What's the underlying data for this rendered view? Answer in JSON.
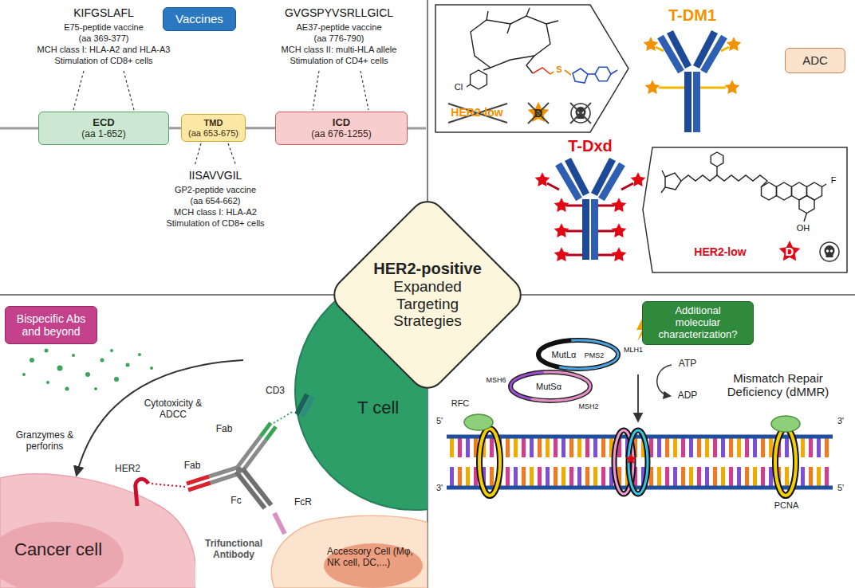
{
  "diagram": {
    "nodes": [
      {
        "text": [
          "HER2-positive",
          "Expanded Targeting Strategies"
        ]
      },
      {
        "text": [
          "Vaccines"
        ]
      },
      {
        "text": [
          "ECD",
          "(aa 1-652)"
        ]
      },
      {
        "text": [
          "TMD",
          "(aa 653-675)"
        ]
      },
      {
        "text": [
          "ICD",
          "(aa 676-1255)"
        ]
      },
      {
        "text": [
          "ADC"
        ]
      },
      {
        "text": [
          "Bispecific Abs and beyond"
        ]
      },
      {
        "text": [
          "T cell"
        ]
      },
      {
        "text": [
          "Cancer cell"
        ]
      },
      {
        "text": [
          "Accessory Cell (Mφ, NK cell, DC,...)"
        ]
      },
      {
        "text": [
          "Additional molecular characterization?"
        ]
      }
    ],
    "edges": [
      {
        "from": 2,
        "to": 3,
        "arrow": "none"
      },
      {
        "from": 3,
        "to": 4,
        "arrow": "none"
      }
    ],
    "labels": [
      "KIFGSLAFL",
      "E75-peptide vaccine",
      "(aa 369-377)",
      "MCH class I: HLA-A2 and HLA-A3",
      "Stimulation of CD8+ cells",
      "GVGSPYVSRLLGICL",
      "AE37-peptide vaccine",
      "(aa 776-790)",
      "MCH class II: multi-HLA allele",
      "Stimulation of CD4+ cells",
      "IISAVVGIL",
      "GP2-peptide vaccine",
      "(aa 654-662)",
      "MCH class I: HLA-A2",
      "Stimulation of CD8+ cells",
      "T-DM1",
      "HER2-low",
      "D",
      "Cl",
      "S",
      "T-Dxd",
      "HER2-low",
      "D",
      "F",
      "OH",
      "Cytotoxicity & ADCC",
      "Granzymes & perforins",
      "CD3",
      "Fab",
      "Fab",
      "Fc",
      "FcR",
      "HER2",
      "Trifunctional Antibody",
      "MutLα",
      "MLH1",
      "PMS2",
      "MutSα",
      "MSH6",
      "MSH2",
      "ATP",
      "ADP",
      "Mismatch Repair Deficiency (dMMR)",
      "RFC",
      "5'",
      "3'",
      "3'",
      "5'",
      "PCNA"
    ]
  }
}
